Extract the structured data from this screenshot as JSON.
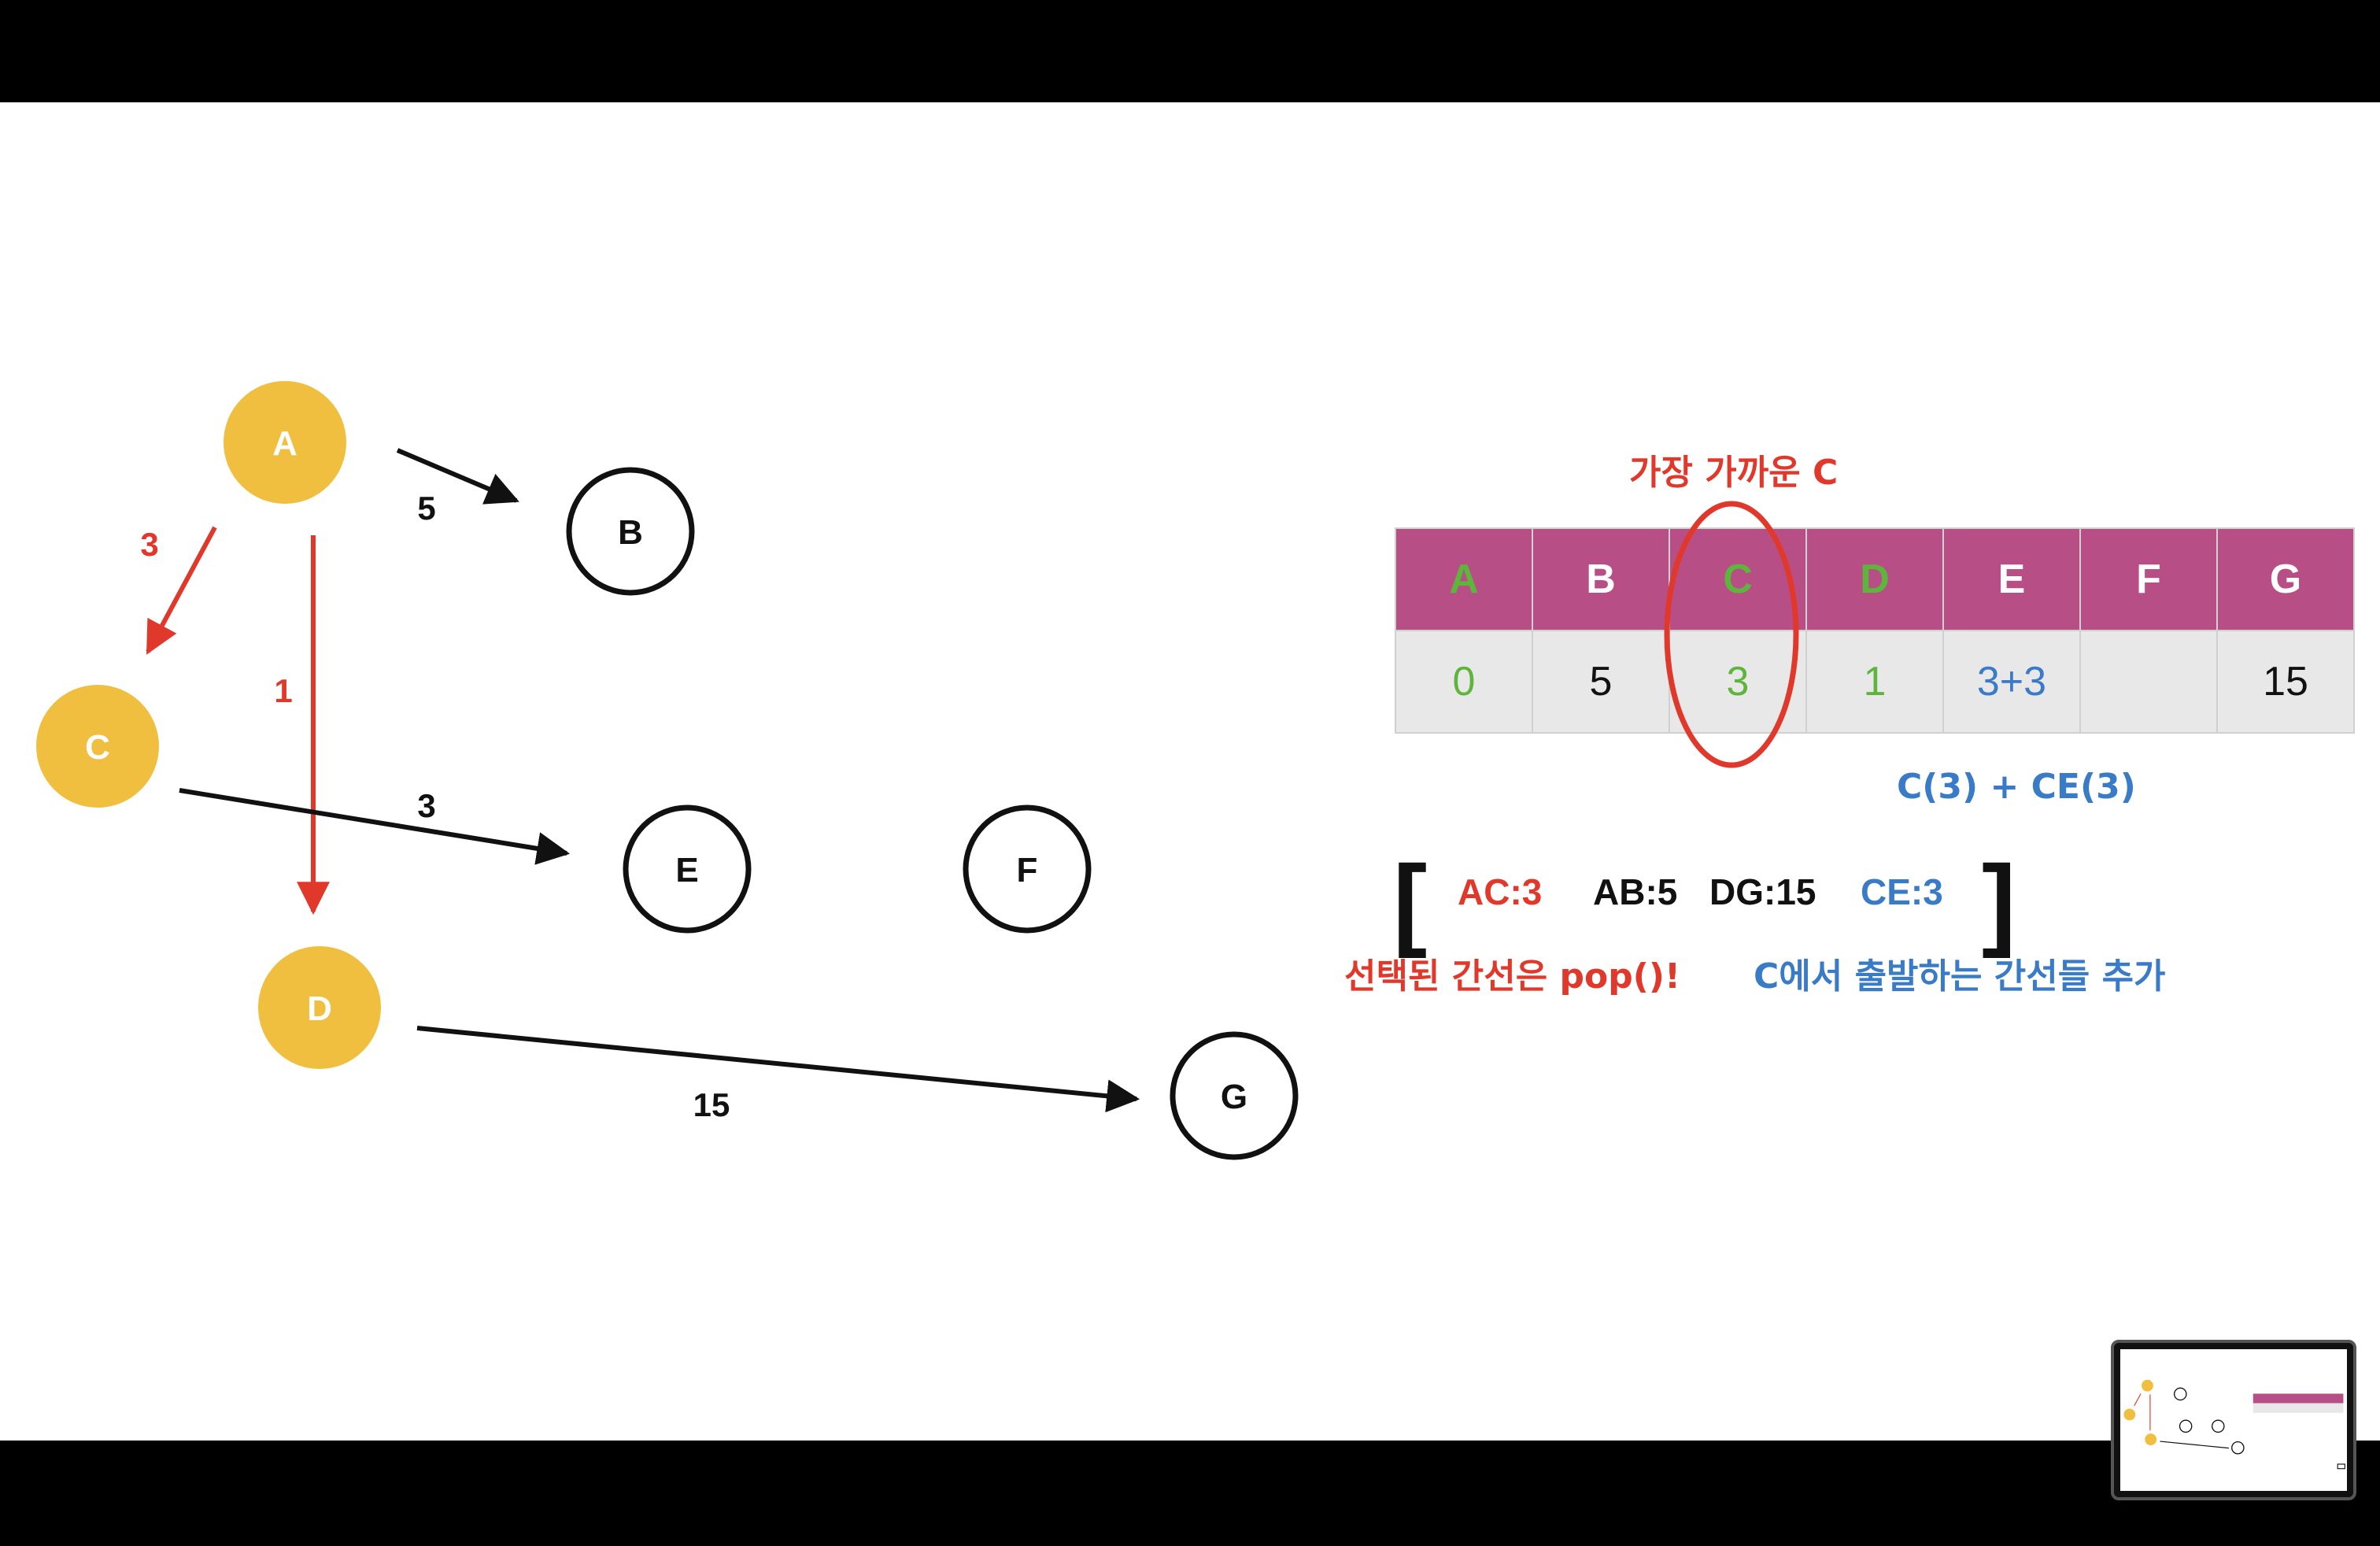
{
  "colors": {
    "visited_node": "#f0bf3f",
    "edge_selected": "#e0392b",
    "edge_default": "#111111",
    "table_header": "#b84e86",
    "green_value": "#5db53c",
    "blue_value": "#3a7bc8",
    "red_label": "#e0392b"
  },
  "graph": {
    "nodes": [
      {
        "id": "A",
        "label": "A",
        "visited": true
      },
      {
        "id": "B",
        "label": "B",
        "visited": false
      },
      {
        "id": "C",
        "label": "C",
        "visited": true
      },
      {
        "id": "D",
        "label": "D",
        "visited": true
      },
      {
        "id": "E",
        "label": "E",
        "visited": false
      },
      {
        "id": "F",
        "label": "F",
        "visited": false
      },
      {
        "id": "G",
        "label": "G",
        "visited": false
      }
    ],
    "edges": [
      {
        "from": "A",
        "to": "B",
        "weight": "5",
        "selected": false
      },
      {
        "from": "A",
        "to": "C",
        "weight": "3",
        "selected": true
      },
      {
        "from": "A",
        "to": "D",
        "weight": "1",
        "selected": true
      },
      {
        "from": "C",
        "to": "E",
        "weight": "3",
        "selected": false
      },
      {
        "from": "D",
        "to": "G",
        "weight": "15",
        "selected": false
      }
    ]
  },
  "closest_label": "가장 가까운 C",
  "table": {
    "headers": [
      {
        "text": "A",
        "color": "green"
      },
      {
        "text": "B",
        "color": "white"
      },
      {
        "text": "C",
        "color": "green"
      },
      {
        "text": "D",
        "color": "green"
      },
      {
        "text": "E",
        "color": "white"
      },
      {
        "text": "F",
        "color": "white"
      },
      {
        "text": "G",
        "color": "white"
      }
    ],
    "values": [
      {
        "text": "0",
        "color": "green"
      },
      {
        "text": "5",
        "color": "black"
      },
      {
        "text": "3",
        "color": "green"
      },
      {
        "text": "1",
        "color": "green"
      },
      {
        "text": "3+3",
        "color": "blue"
      },
      {
        "text": "",
        "color": "black"
      },
      {
        "text": "15",
        "color": "black"
      }
    ]
  },
  "update_note": "C(3) + CE(3)",
  "queue": {
    "open_bracket": "[",
    "close_bracket": "]",
    "items": [
      {
        "text": "AC:3",
        "color": "red"
      },
      {
        "text": "AB:5",
        "color": "black"
      },
      {
        "text": "DG:15",
        "color": "black"
      },
      {
        "text": "CE:3",
        "color": "blue"
      }
    ]
  },
  "pop_note": "선택된 간선은 pop()!",
  "add_note": "C에서 출발하는 간선들 추가"
}
